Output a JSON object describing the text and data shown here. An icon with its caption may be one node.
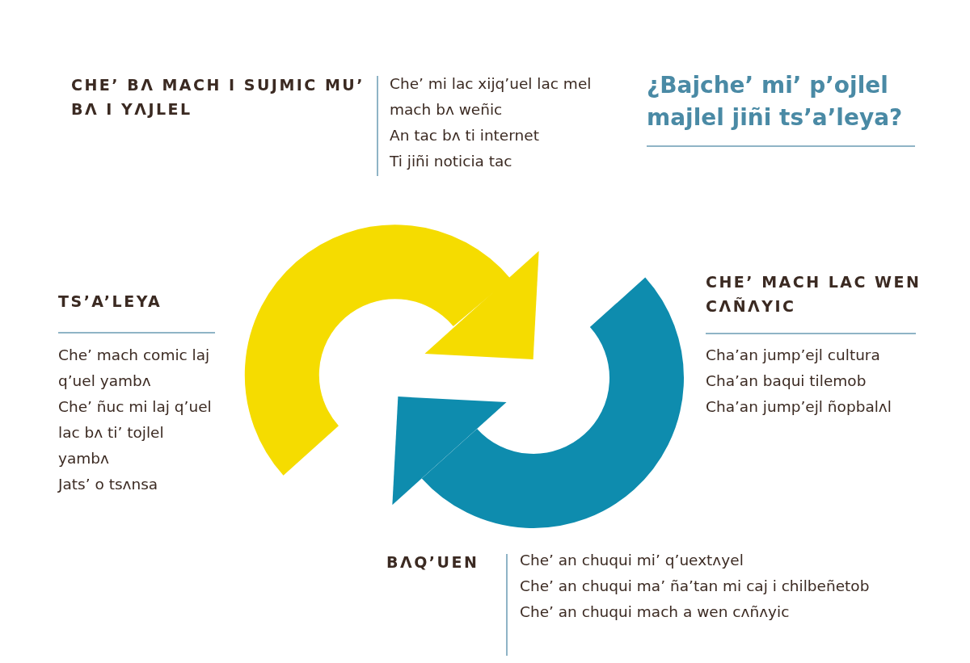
{
  "diagram": {
    "title": "¿Bajche’ mi’ p’ojlel majlel jiñi ts’a’leya?",
    "labels": [
      "CHE’ BɅ MACH I SUJMIC MU’ BɅ I YɅJLEL",
      "Che’ mi lac xijq’uel lac mel mach bʌ weñic",
      "An tac bʌ ti internet",
      "Ti jiñi noticia tac",
      "TS’A’LEYA",
      "Che’ mach comic laj q’uel yambʌ",
      "Che’ ñuc mi laj q’uel lac bʌ ti’ tojlel yambʌ",
      "Jats’ o tsʌnsa",
      "CHE’ MACH LAC WEN CɅÑɅYIC",
      "Cha’an jump’ejl cultura",
      "Cha’an baqui tilemob",
      "Cha’an jump’ejl ñopbalʌl",
      "BɅQ’UEN",
      "Che’ an chuqui mi’ q’uextʌyel",
      "Che’ an chuqui ma’ ña’tan mi caj i chilbeñetob",
      "Che’ an chuqui mach a wen cʌñʌyic"
    ]
  }
}
